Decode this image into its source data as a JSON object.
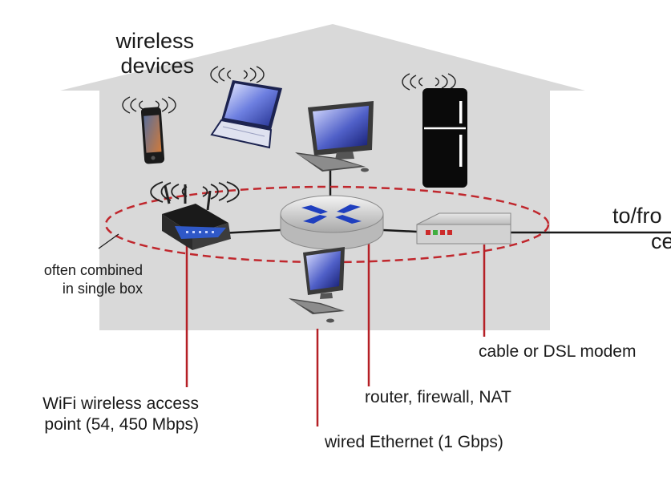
{
  "labels": {
    "wireless_devices_line1": "wireless",
    "wireless_devices_line2": "devices",
    "to_from_line1": "to/fro",
    "to_from_line2": "ce",
    "often_combined_line1": "often combined",
    "often_combined_line2": "in single box",
    "cable_dsl": "cable or DSL modem",
    "router": "router, firewall, NAT",
    "wifi_line1": "WiFi wireless access",
    "wifi_line2": "point (54, 450 Mbps)",
    "wired_ethernet": "wired Ethernet (1 Gbps)"
  },
  "colors": {
    "house": "#d9d9d9",
    "dashed_oval": "#c0272d",
    "callout_line": "#b52026",
    "link_line": "#1a1a1a",
    "router_cross": "#1f3fbf",
    "fridge": "#0a0a0a"
  },
  "icons": [
    "smartphone-icon",
    "laptop-icon",
    "desktop-icon",
    "refrigerator-icon",
    "wifi-router-icon",
    "router-icon",
    "modem-icon",
    "desktop-small-icon",
    "wireless-waves-icon"
  ]
}
